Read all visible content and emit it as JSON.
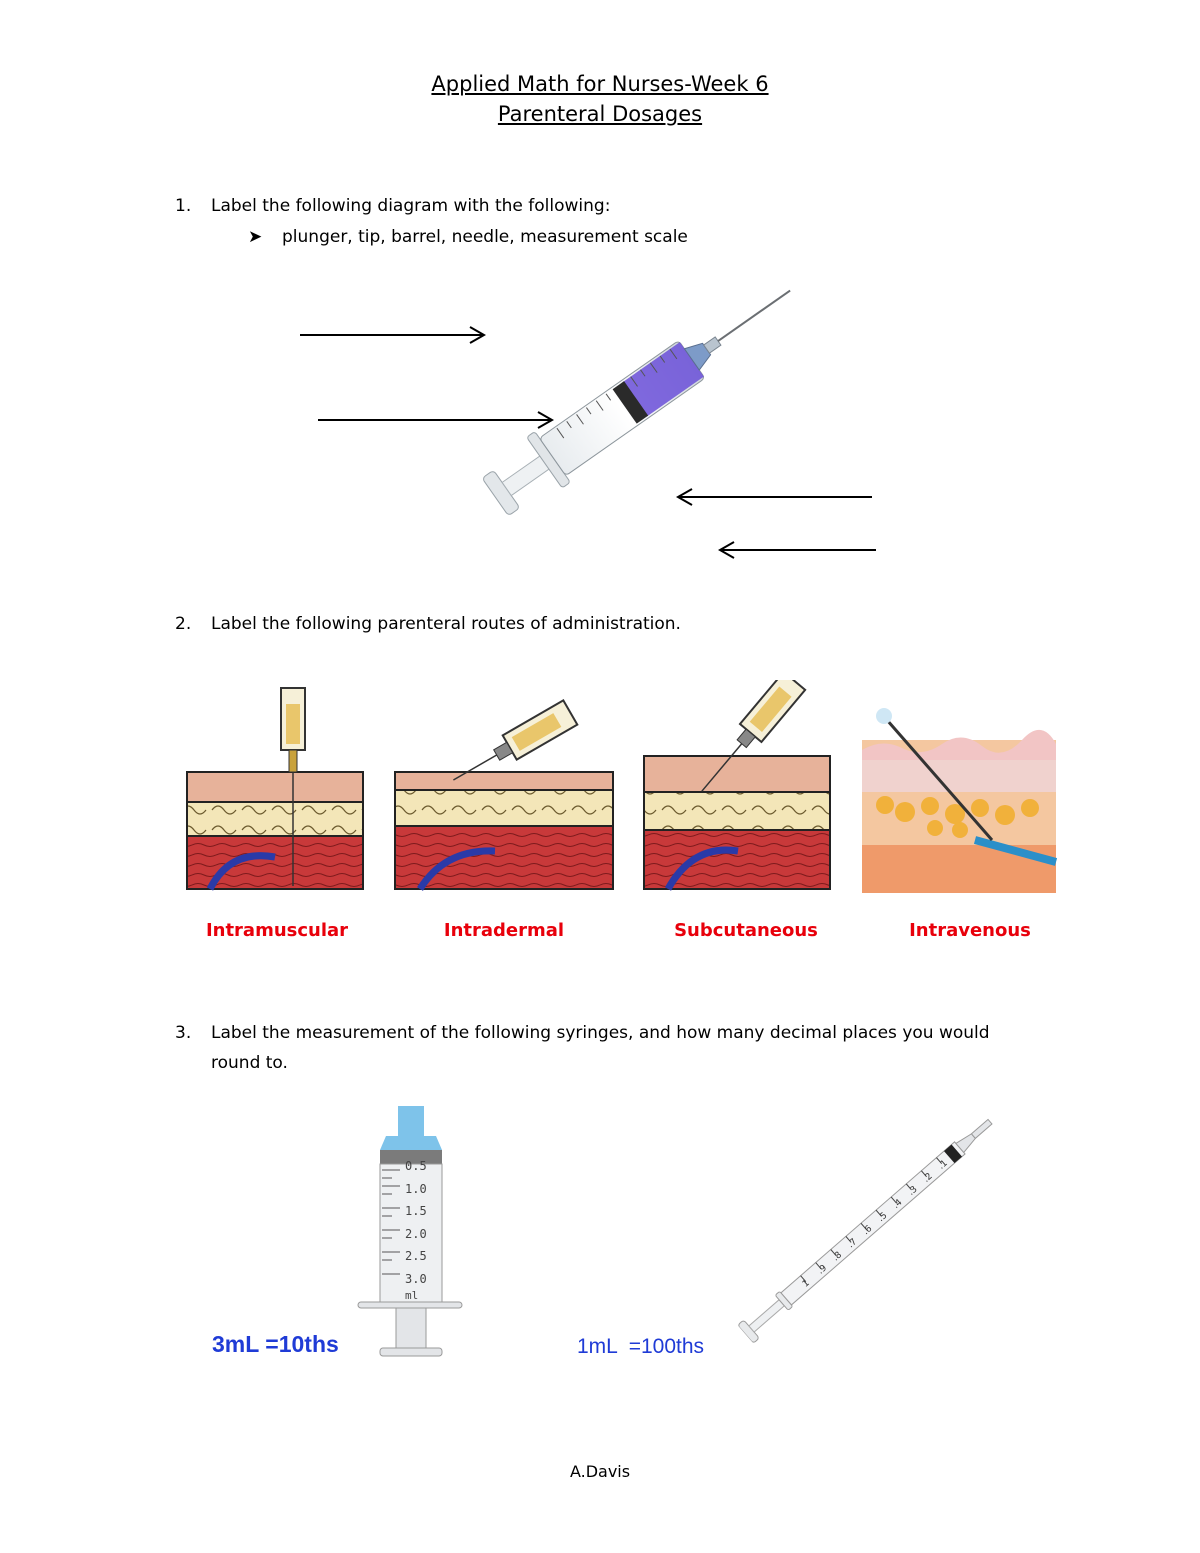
{
  "header": {
    "title_line1": "Applied Math for Nurses-Week 6",
    "title_line2": "Parenteral Dosages"
  },
  "question1": {
    "number": "1.",
    "text": "Label the following diagram with the following:",
    "bullet_text": "plunger,  tip, barrel,  needle, measurement scale"
  },
  "question2": {
    "number": "2.",
    "text": "Label the following parenteral routes of administration.",
    "routes": [
      "Intramuscular",
      "Intradermal",
      "Subcutaneous",
      "Intravenous"
    ]
  },
  "question3": {
    "number": "3.",
    "text_line1": "Label the measurement of the following syringes, and how many decimal places you would",
    "text_line2": "round to.",
    "syringe_3ml_scale": [
      "0.5",
      "1.0",
      "1.5",
      "2.0",
      "2.5",
      "3.0",
      "ml"
    ],
    "syringe_1ml_scale": [
      ".1",
      ".2",
      ".3",
      ".4",
      ".5",
      ".6",
      ".7",
      ".8",
      ".9",
      "1"
    ],
    "answer_3ml": "3mL =10ths",
    "answer_1ml": "1mL  =100ths"
  },
  "footer": {
    "author": "A.Davis"
  },
  "colors": {
    "route_label": "#e8000b",
    "answer_text": "#1f3bd6",
    "syringe_liquid": "#6a4fd8"
  }
}
